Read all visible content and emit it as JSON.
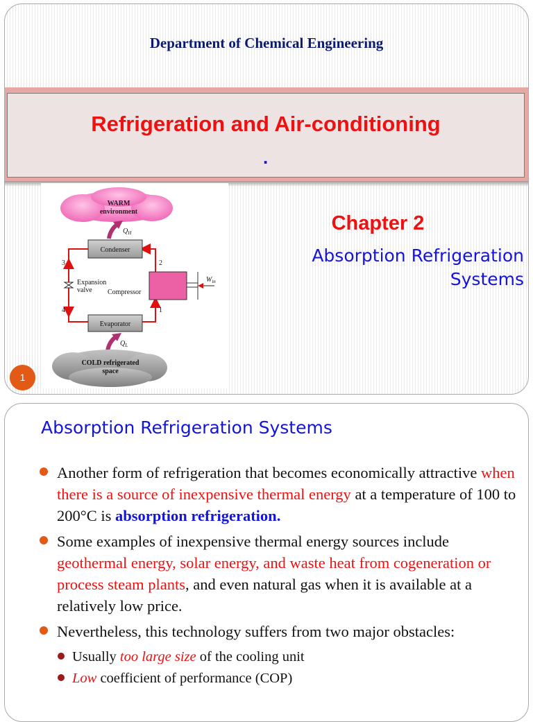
{
  "slide1": {
    "department": "Department of Chemical Engineering",
    "title": "Refrigeration and Air-conditioning",
    "title_dot": ".",
    "chapter": "Chapter 2",
    "subtitle_line1": "Absorption Refrigeration",
    "subtitle_line2": "Systems",
    "slide_number": "1",
    "diagram": {
      "warm_line1": "WARM",
      "warm_line2": "environment",
      "qh": "Q",
      "qh_sub": "H",
      "condenser": "Condenser",
      "state3": "3",
      "state2": "2",
      "state4": "4",
      "state1": "1",
      "expansion_line1": "Expansion",
      "expansion_line2": "valve",
      "compressor": "Compressor",
      "win": "W",
      "win_sub": "in",
      "evaporator": "Evaporator",
      "ql": "Q",
      "ql_sub": "L",
      "cold_line1": "COLD refrigerated",
      "cold_line2": "space"
    },
    "colors": {
      "title_red": "#ee1111",
      "dept_navy": "#0b1a6e",
      "accent_blue": "#1414dd",
      "band_pink": "#e6a8a4",
      "bullet_orange": "#e25a16"
    }
  },
  "slide2": {
    "title": "Absorption Refrigeration Systems",
    "bullet1": {
      "part1": "Another form of refrigeration that becomes economically attractive ",
      "part2_red": "when there is a source of inexpensive thermal energy",
      "part3": " at a temperature of 100 to 200°C is ",
      "part4_bold": "absorption refrigeration."
    },
    "bullet2": {
      "part1": "Some examples of inexpensive thermal energy sources include ",
      "part2_red": "geothermal energy, solar energy, and waste heat from cogeneration or process steam plants",
      "part3": ", and even natural gas when it is available at a relatively low price."
    },
    "bullet3": {
      "text": "Nevertheless, this technology suffers from two major obstacles:"
    },
    "sub1": {
      "part1": "Usually ",
      "part2_red_italic": "too large size",
      "part3": " of the cooling unit"
    },
    "sub2": {
      "part1_red_italic": "Low",
      "part2": " coefficient of performance (COP)"
    }
  }
}
